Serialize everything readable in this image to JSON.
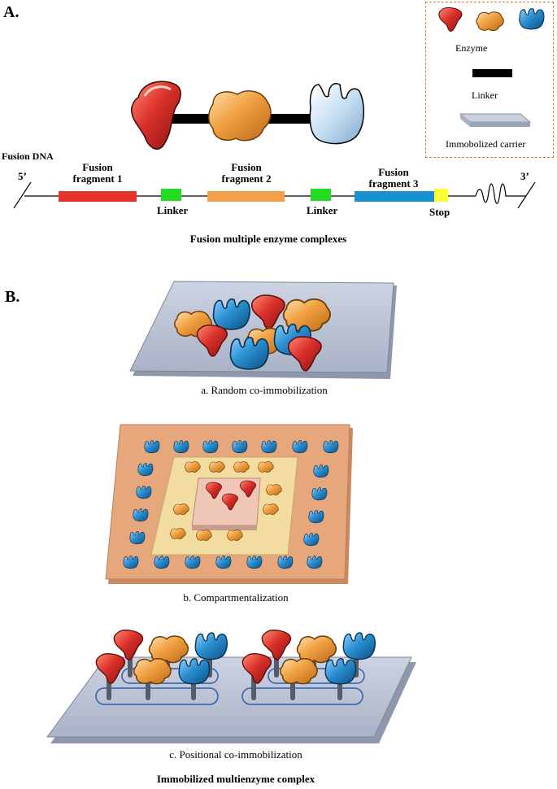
{
  "panel_a": {
    "letter": "A.",
    "fusion_dna_label": "Fusion DNA",
    "five_prime": "5’",
    "three_prime": "3’",
    "fragments": [
      {
        "label_line1": "Fusion",
        "label_line2": "fragment 1",
        "color": "#e8332a"
      },
      {
        "label_line1": "Fusion",
        "label_line2": "fragment 2",
        "color": "#f3a04a"
      },
      {
        "label_line1": "Fusion",
        "label_line2": "fragment 3",
        "color": "#1a8fd0"
      }
    ],
    "linker_labels": [
      "Linker",
      "Linker"
    ],
    "linker_color": "#22dd22",
    "stop_label": "Stop",
    "stop_color": "#ffff33",
    "caption": "Fusion multiple enzyme complexes"
  },
  "legend": {
    "enzyme_label": "Enzyme",
    "linker_label": "Linker",
    "carrier_label": "Immobolized carrier",
    "enzyme_colors": [
      "#d9302a",
      "#f0a040",
      "#2a8fd0"
    ]
  },
  "panel_b": {
    "letter": "B.",
    "sub_a_caption": "a. Random co-immobilization",
    "sub_b_caption": "b. Compartmentalization",
    "sub_c_caption": "c. Positional co-immobilization",
    "caption": "Immobilized multienzyme complex"
  },
  "colors": {
    "carrier": "#b9c0d2",
    "carrier_edge": "#8a93a8",
    "compartment_outer": "#e7a77c",
    "compartment_mid": "#f2dca0",
    "compartment_inner": "#f0c6b6"
  }
}
